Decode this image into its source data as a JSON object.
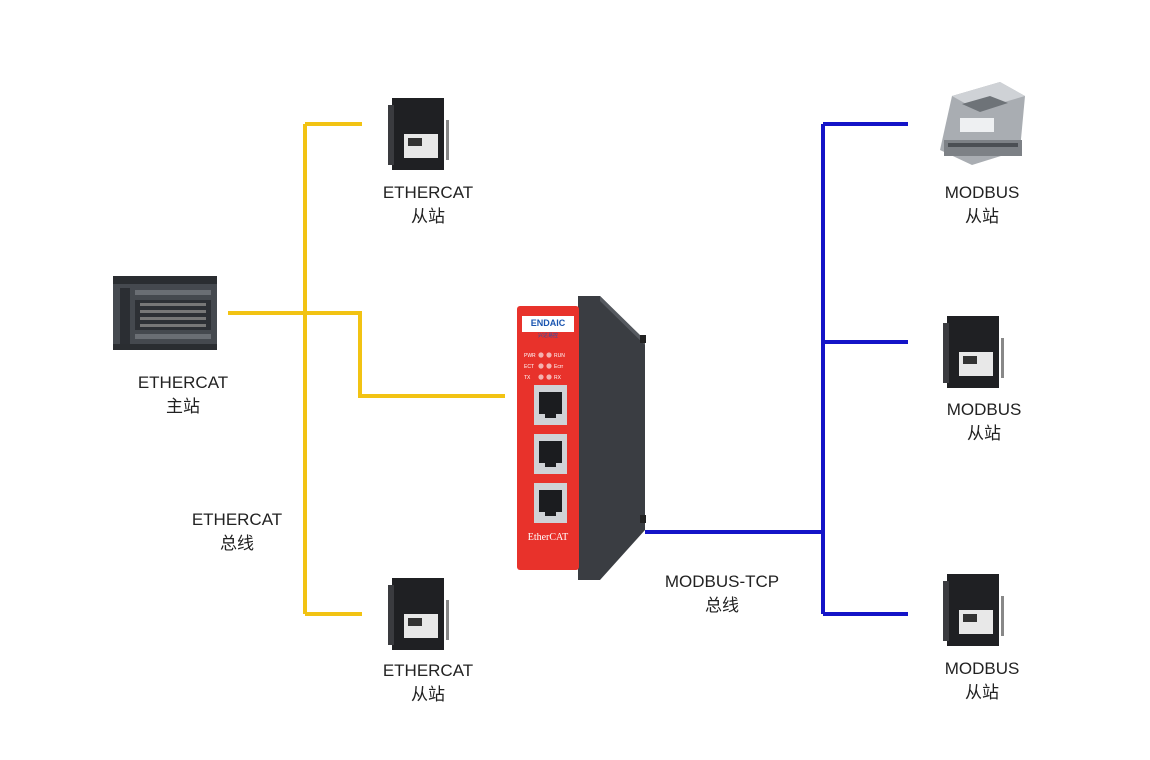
{
  "colors": {
    "ethercat_bus": "#F2C313",
    "modbus_bus": "#1414C8",
    "gateway_body": "#E8322B",
    "gateway_case": "#3A3D42"
  },
  "ethercat_master": {
    "icon": "plc-icon",
    "line1": "ETHERCAT",
    "line2": "主站"
  },
  "ethercat_slave_top": {
    "icon": "servo-drive-icon",
    "line1": "ETHERCAT",
    "line2": "从站"
  },
  "ethercat_slave_bottom": {
    "icon": "servo-drive-icon",
    "line1": "ETHERCAT",
    "line2": "从站"
  },
  "ethercat_bus": {
    "line1": "ETHERCAT",
    "line2": "总线"
  },
  "modbus_bus": {
    "line1": "MODBUS-TCP",
    "line2": "总线"
  },
  "modbus_slave_top": {
    "icon": "io-module-icon",
    "line1": "MODBUS",
    "line2": "从站"
  },
  "modbus_slave_middle": {
    "icon": "servo-drive-icon",
    "line1": "MODBUS",
    "line2": "从站"
  },
  "modbus_slave_bottom": {
    "icon": "servo-drive-icon",
    "line1": "MODBUS",
    "line2": "从站"
  },
  "gateway": {
    "icon": "gateway-icon",
    "brand": "ENDAIC",
    "brand_sub": "兴达易控",
    "footer": "EtherCAT",
    "leds": [
      "PWR",
      "RUN",
      "ECT",
      "Ecrr",
      "TX",
      "RX"
    ]
  }
}
